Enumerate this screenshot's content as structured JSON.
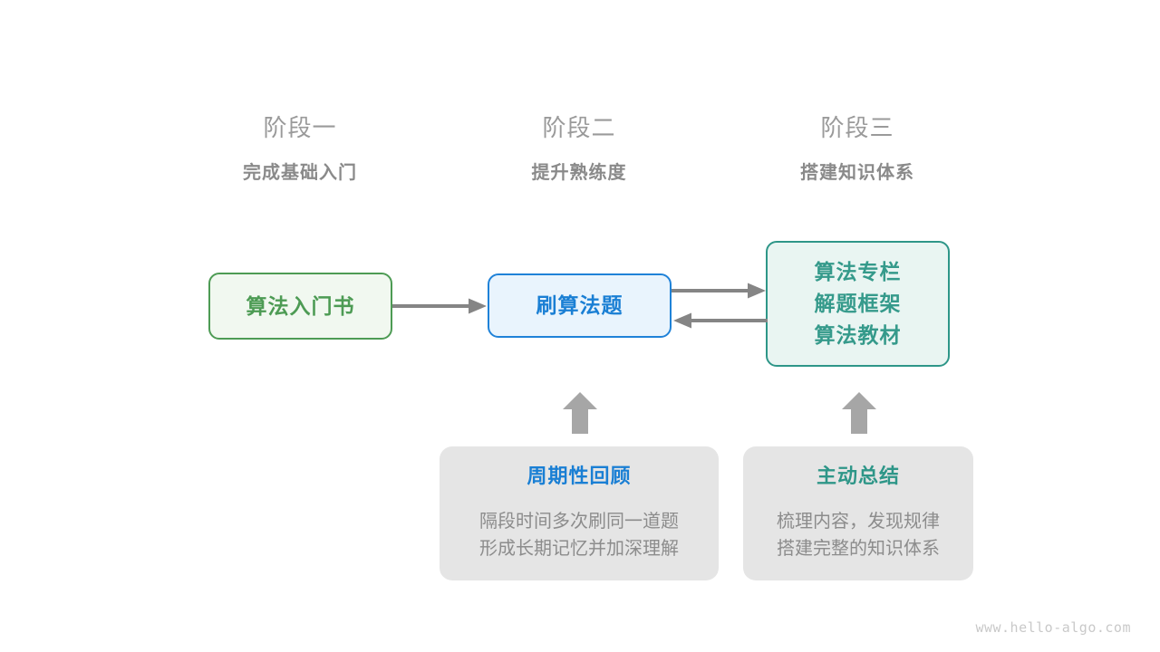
{
  "colors": {
    "green": "#4d9b54",
    "green_fill": "#f1f8f0",
    "blue": "#1a7fd4",
    "blue_border": "#1f82d8",
    "blue_fill": "#e9f4fd",
    "teal": "#2e9688",
    "teal_fill": "#e9f5f2",
    "arrow_gray": "#858585",
    "block_arrow_gray": "#a6a6a6",
    "card_bg": "#e5e5e5",
    "stage_name_gray": "#9a9a9a",
    "stage_sub_gray": "#8a8a8a",
    "body_gray": "#8c8c8c",
    "watermark_gray": "#c9c9c9"
  },
  "stages": [
    {
      "name": "阶段一",
      "subtitle": "完成基础入门"
    },
    {
      "name": "阶段二",
      "subtitle": "提升熟练度"
    },
    {
      "name": "阶段三",
      "subtitle": "搭建知识体系"
    }
  ],
  "nodes": [
    {
      "id": "intro-book",
      "lines": [
        "算法入门书"
      ],
      "style": "green"
    },
    {
      "id": "practice-problems",
      "lines": [
        "刷算法题"
      ],
      "style": "blue"
    },
    {
      "id": "knowledge-system",
      "lines": [
        "算法专栏",
        "解题框架",
        "算法教材"
      ],
      "style": "teal"
    }
  ],
  "cards": [
    {
      "id": "periodic-review",
      "title": "周期性回顾",
      "title_color": "blue",
      "body": [
        "隔段时间多次刷同一道题",
        "形成长期记忆并加深理解"
      ]
    },
    {
      "id": "active-summary",
      "title": "主动总结",
      "title_color": "teal",
      "body": [
        "梳理内容，发现规律",
        "搭建完整的知识体系"
      ]
    }
  ],
  "connectors": [
    {
      "id": "book-to-practice",
      "direction": "right"
    },
    {
      "id": "practice-to-system",
      "direction": "right"
    },
    {
      "id": "system-to-practice",
      "direction": "left"
    },
    {
      "id": "review-to-practice",
      "direction": "up"
    },
    {
      "id": "summary-to-system",
      "direction": "up"
    }
  ],
  "watermark": "www.hello-algo.com"
}
